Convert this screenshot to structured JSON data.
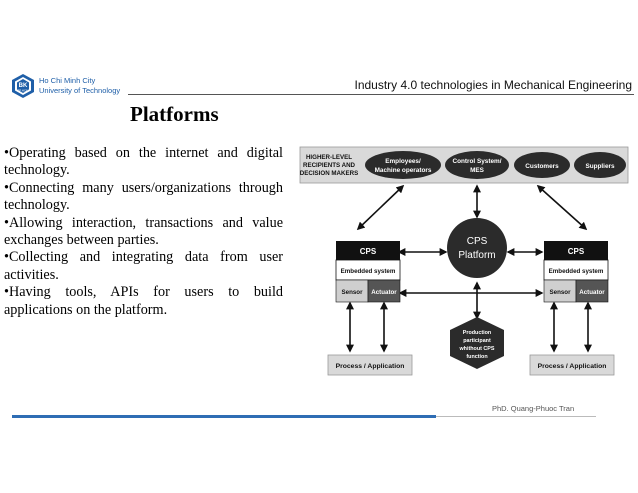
{
  "header": {
    "university_line1": "Ho Chi Minh City",
    "university_line2": "University of Technology",
    "logo_text": "BK",
    "logo_subtext": "TP.HCM",
    "course_title": "Industry 4.0 technologies in Mechanical Engineering"
  },
  "slide": {
    "title": "Platforms",
    "bullets": [
      "•Operating based on the internet and digital technology.",
      "•Connecting many users/organizations through technology.",
      "•Allowing interaction, transactions and value exchanges between parties.",
      "•Collecting and integrating data from user activities.",
      "•Having tools, APIs for users to build applications on the platform."
    ]
  },
  "diagram": {
    "top_label_line1": "HIGHER-LEVEL",
    "top_label_line2": "RECIPIENTS AND",
    "top_label_line3": "DECISION MAKERS",
    "employees_line1": "Employees/",
    "employees_line2": "Machine operators",
    "control_line1": "Control System/",
    "control_line2": "MES",
    "customers": "Customers",
    "suppliers": "Suppliers",
    "platform_line1": "CPS",
    "platform_line2": "Platform",
    "cps_left": "CPS",
    "cps_right": "CPS",
    "embedded_left": "Embedded system",
    "embedded_right": "Embedded system",
    "sensor_left": "Sensor",
    "actuator_left": "Actuator",
    "sensor_right": "Sensor",
    "actuator_right": "Actuator",
    "production_line1": "Production",
    "production_line2": "participant",
    "production_line3": "whithout CPS",
    "production_line4": "function",
    "process_left": "Process / Application",
    "process_right": "Process / Application"
  },
  "footer": {
    "author": "PhD. Quang-Phuoc Tran"
  },
  "colors": {
    "accent_blue": "#2e6db4",
    "logo_blue": "#1f5fa8",
    "dark": "#2b2b2b",
    "gray_box": "#d9d9d9"
  }
}
